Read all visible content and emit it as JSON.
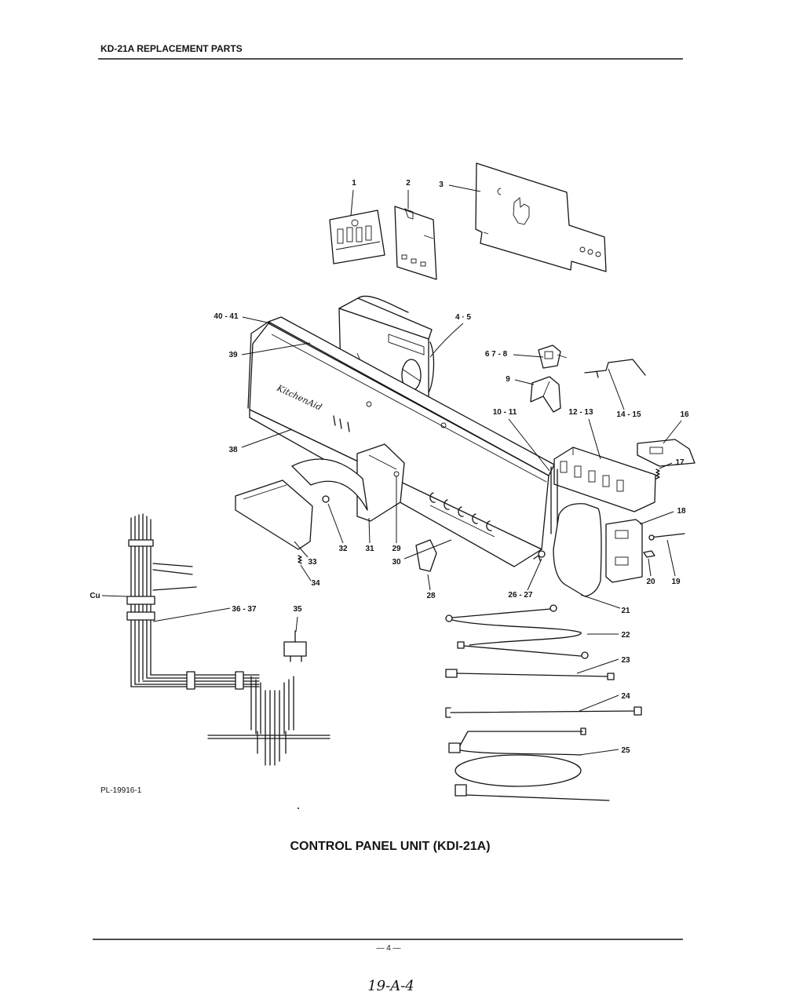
{
  "header": {
    "title": "KD-21A REPLACEMENT PARTS"
  },
  "diagram": {
    "callouts": [
      "1",
      "2",
      "3",
      "4 · 5",
      "6 7 - 8",
      "9",
      "10 - 11",
      "12 - 13",
      "14 - 15",
      "16",
      "17",
      "18",
      "19",
      "20",
      "21",
      "22",
      "23",
      "24",
      "25",
      "26 - 27",
      "28",
      "29",
      "30",
      "31",
      "32",
      "33",
      "34",
      "35",
      "36 - 37",
      "38",
      "39",
      "40 - 41",
      "Cu"
    ],
    "panel_logo": "KitchenAid"
  },
  "plate_number": "PL-19916-1",
  "caption": "CONTROL PANEL UNIT (KDI-21A)",
  "footer": {
    "page_number": "— 4 —",
    "handwritten_ref": "19-A-4"
  }
}
